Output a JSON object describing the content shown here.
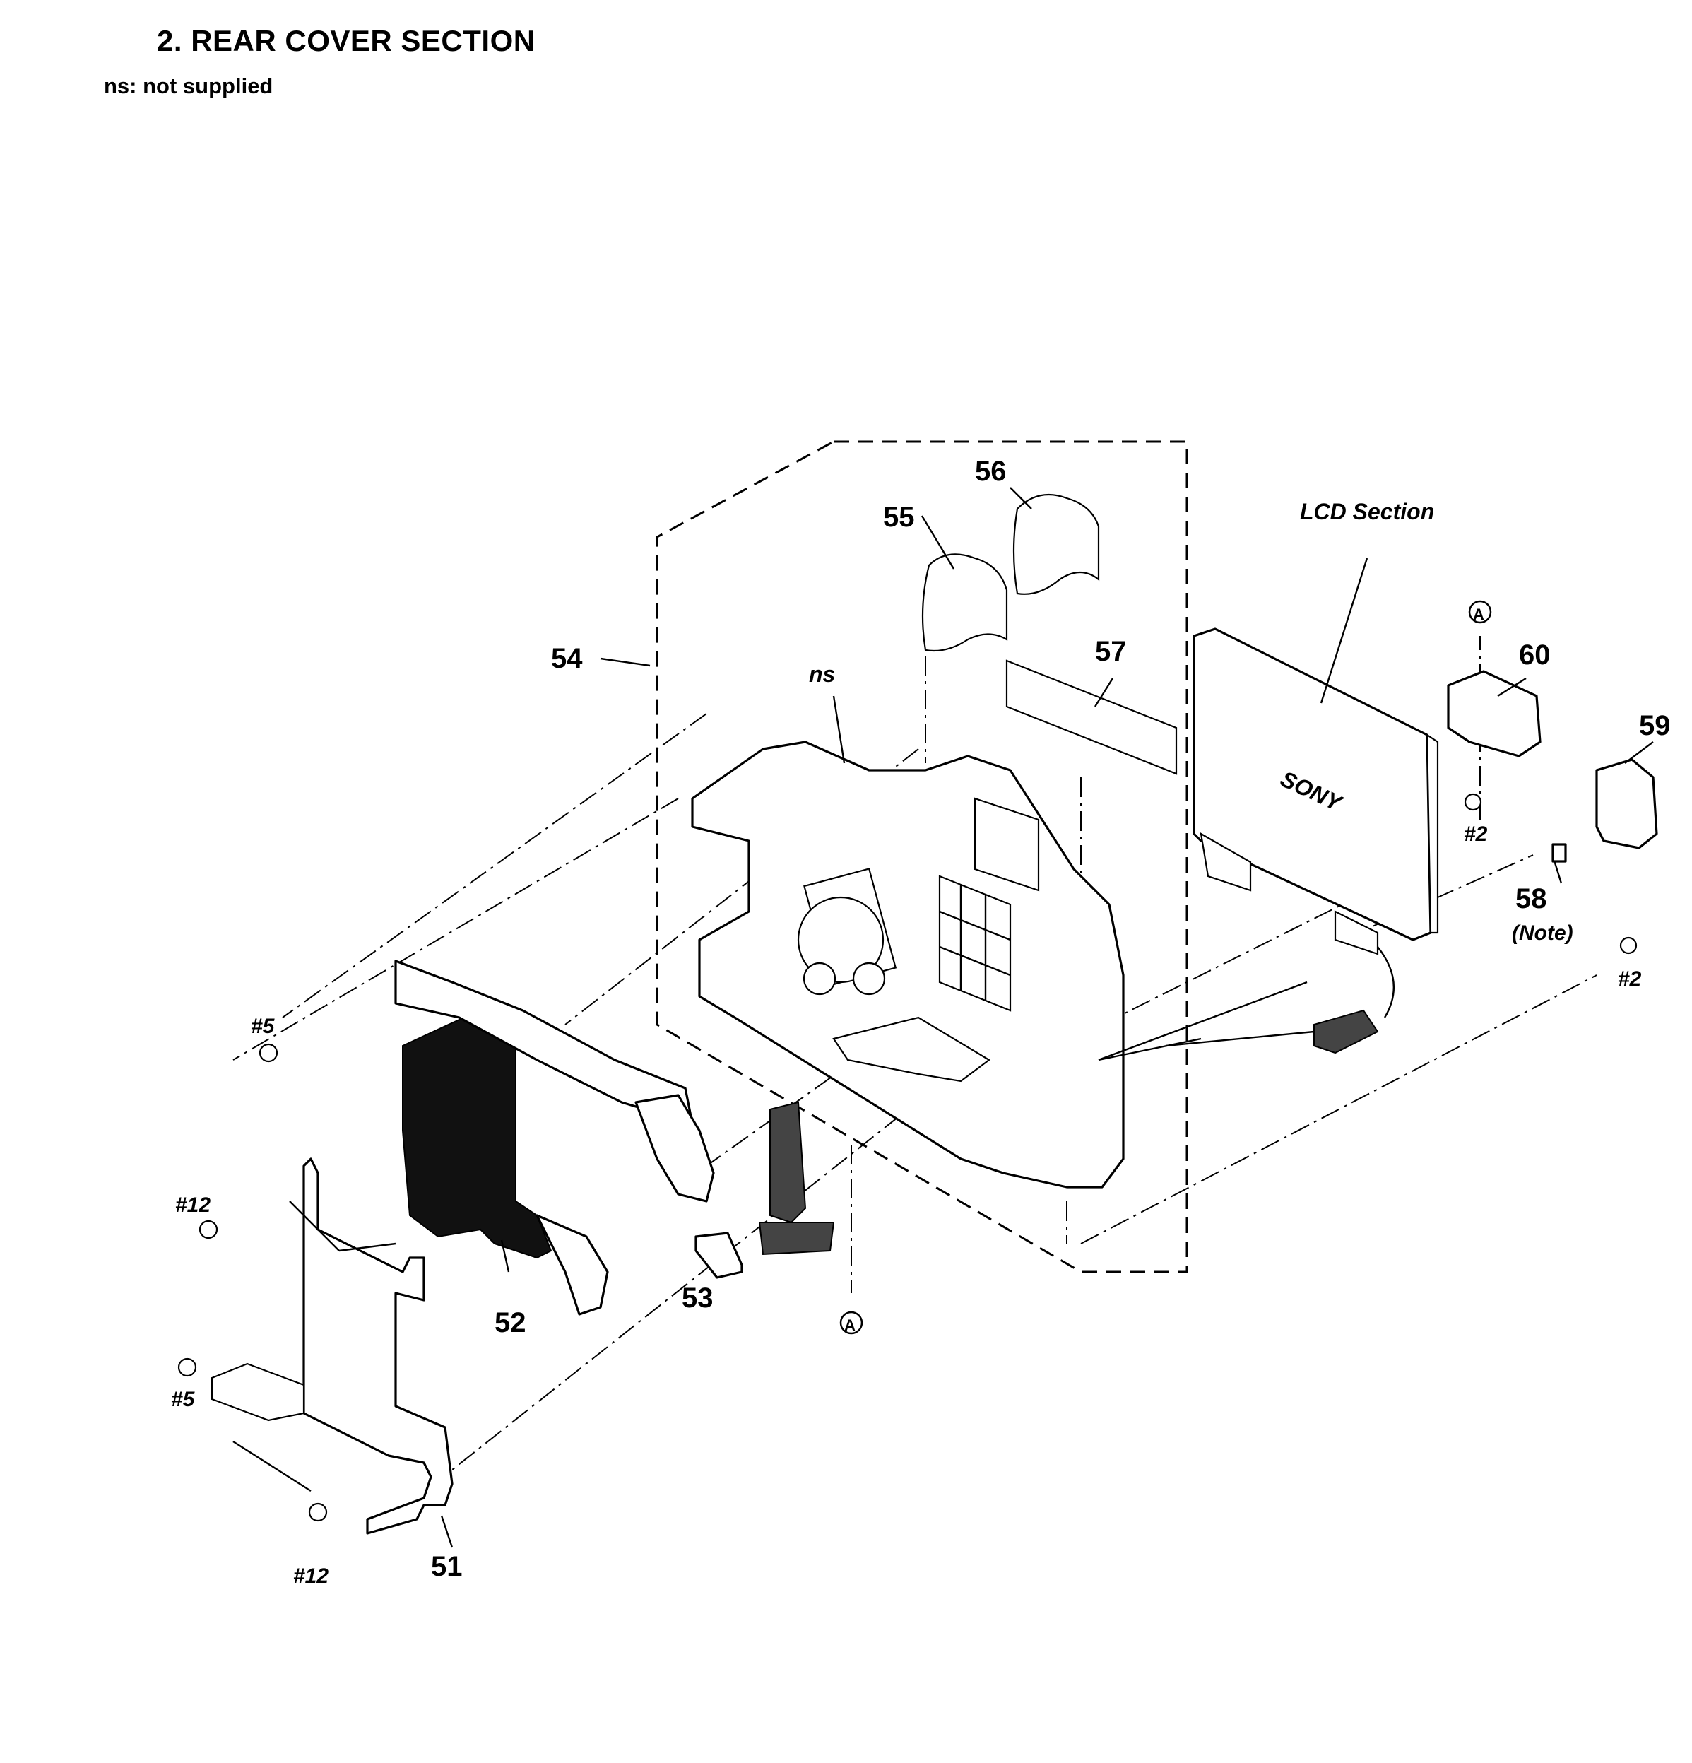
{
  "header": {
    "title": "2. REAR COVER SECTION",
    "note": "ns: not supplied"
  },
  "callouts": {
    "p51": "51",
    "p52": "52",
    "p53": "53",
    "p54": "54",
    "p55": "55",
    "p56": "56",
    "p57": "57",
    "p58": "58",
    "p58_note": "(Note)",
    "p59": "59",
    "p60": "60",
    "ns": "ns",
    "lcd_section": "LCD Section"
  },
  "screws": {
    "s5_upper": "#5",
    "s5_lower": "#5",
    "s12_upper": "#12",
    "s12_lower": "#12",
    "s2_left": "#2",
    "s2_right": "#2"
  },
  "markers": {
    "a_top": "A",
    "a_bottom": "A"
  },
  "lcd_logo": "SONY"
}
